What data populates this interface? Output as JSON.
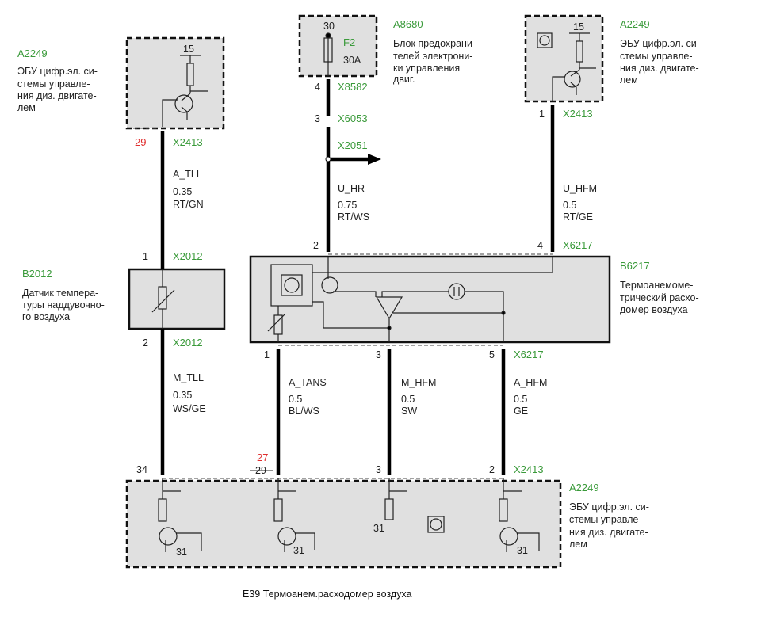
{
  "caption": "E39 Термоанем.расходомер воздуха",
  "ecu_top_left": {
    "id": "A2249",
    "desc": [
      "ЭБУ цифр.эл. си-",
      "стемы управле-",
      "ния диз. двигате-",
      "лем"
    ],
    "terminal": "15"
  },
  "fuse_box": {
    "id": "A8680",
    "desc": [
      "Блок предохрани-",
      "телей электрони-",
      "ки управления",
      "двиг."
    ],
    "terminal": "30",
    "fuse": "F2",
    "rating": "30A"
  },
  "ecu_top_right": {
    "id": "A2249",
    "desc": [
      "ЭБУ цифр.эл. си-",
      "стемы управле-",
      "ния диз. двигате-",
      "лем"
    ],
    "terminal": "15"
  },
  "sensor_b2012": {
    "id": "B2012",
    "desc": [
      "Датчик темпера-",
      "туры наддувочно-",
      "го воздуха"
    ]
  },
  "sensor_b6217": {
    "id": "B6217",
    "desc": [
      "Термоанемоме-",
      "трический расхо-",
      "домер воздуха"
    ]
  },
  "ecu_bottom": {
    "id": "A2249",
    "desc": [
      "ЭБУ цифр.эл. си-",
      "стемы управле-",
      "ния диз. двигате-",
      "лем"
    ],
    "ground": "31"
  },
  "wires": {
    "a_tll": {
      "name": "A_TLL",
      "size": "0.35",
      "color": "RT/GN",
      "pin_top": "29",
      "conn_top": "X2413",
      "pin_bottom": "1",
      "conn_bottom": "X2012"
    },
    "m_tll": {
      "name": "M_TLL",
      "size": "0.35",
      "color": "WS/GE",
      "pin_top": "2",
      "conn_top": "X2012",
      "pin_bottom": "34"
    },
    "u_hr": {
      "name": "U_HR",
      "size": "0.75",
      "color": "RT/WS",
      "pin1": "4",
      "conn1": "X8582",
      "pin2": "3",
      "conn2": "X6053",
      "splice": "X2051",
      "pin3": "2"
    },
    "u_hfm": {
      "name": "U_HFM",
      "size": "0.5",
      "color": "RT/GE",
      "pin_top": "1",
      "conn_top": "X2413",
      "pin_bottom": "4",
      "conn_bottom": "X6217"
    },
    "a_tans": {
      "name": "A_TANS",
      "size": "0.5",
      "color": "BL/WS",
      "pin_top": "1",
      "pin_bottom_new": "27",
      "pin_bottom_old": "29"
    },
    "m_hfm": {
      "name": "M_HFM",
      "size": "0.5",
      "color": "SW",
      "pin_top": "3",
      "pin_bottom": "3"
    },
    "a_hfm": {
      "name": "A_HFM",
      "size": "0.5",
      "color": "GE",
      "pin_top": "5",
      "conn_top": "X6217",
      "pin_bottom": "2",
      "conn_bottom": "X2413"
    }
  }
}
